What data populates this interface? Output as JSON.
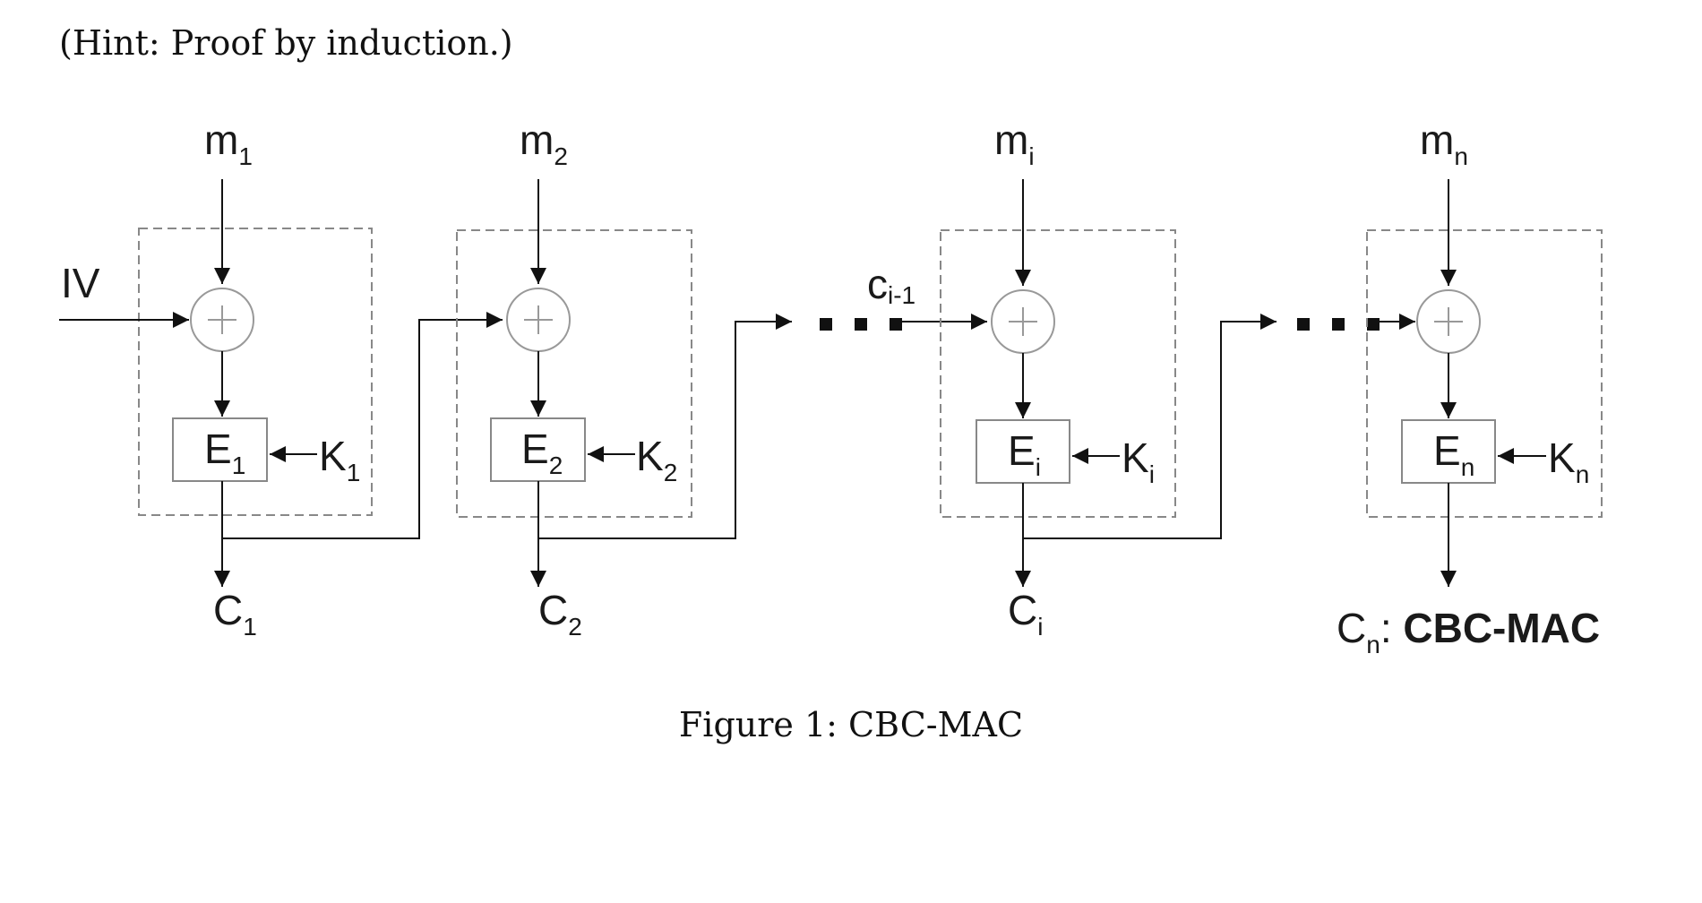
{
  "hint": "(Hint: Proof by induction.)",
  "caption": "Figure 1: CBC-MAC",
  "diagram": {
    "iv": "IV",
    "chain_in_label": {
      "base": "c",
      "sub": "i-1"
    },
    "final_suffix": "CBC-MAC",
    "blocks": [
      {
        "msg": {
          "base": "m",
          "sub": "1"
        },
        "enc": {
          "base": "E",
          "sub": "1"
        },
        "key": {
          "base": "K",
          "sub": "1"
        },
        "out": {
          "base": "C",
          "sub": "1"
        }
      },
      {
        "msg": {
          "base": "m",
          "sub": "2"
        },
        "enc": {
          "base": "E",
          "sub": "2"
        },
        "key": {
          "base": "K",
          "sub": "2"
        },
        "out": {
          "base": "C",
          "sub": "2"
        }
      },
      {
        "msg": {
          "base": "m",
          "sub": "i"
        },
        "enc": {
          "base": "E",
          "sub": "i"
        },
        "key": {
          "base": "K",
          "sub": "i"
        },
        "out": {
          "base": "C",
          "sub": "i"
        }
      },
      {
        "msg": {
          "base": "m",
          "sub": "n"
        },
        "enc": {
          "base": "E",
          "sub": "n"
        },
        "key": {
          "base": "K",
          "sub": "n"
        },
        "out": {
          "base": "C",
          "sub": "n"
        }
      }
    ]
  }
}
